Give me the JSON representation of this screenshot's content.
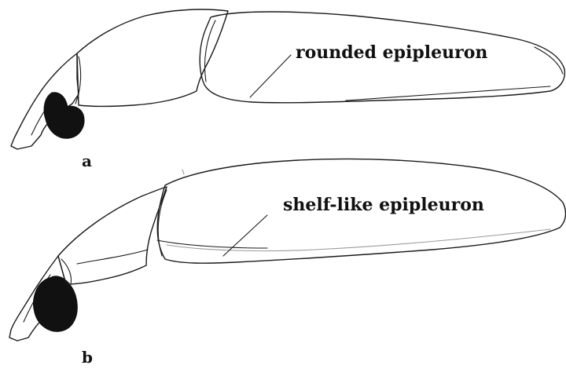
{
  "figure": {
    "panels": [
      {
        "letter": "a",
        "annotation": "rounded epipleuron"
      },
      {
        "letter": "b",
        "annotation": "shelf-like epipleuron"
      }
    ]
  }
}
